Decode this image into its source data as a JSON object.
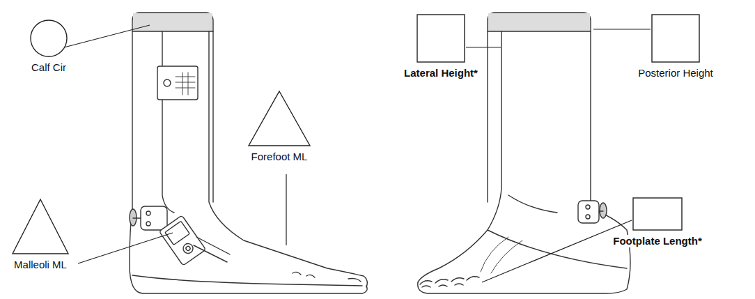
{
  "diagram": {
    "nodes": [
      {
        "text": [
          "Calf Cir"
        ]
      },
      {
        "text": [
          "Lateral Height*"
        ]
      },
      {
        "text": [
          "Posterior Height"
        ]
      },
      {
        "text": [
          "Forefoot ML"
        ]
      },
      {
        "text": [
          "Malleoli ML"
        ]
      },
      {
        "text": [
          "Footplate Length*"
        ]
      }
    ]
  }
}
